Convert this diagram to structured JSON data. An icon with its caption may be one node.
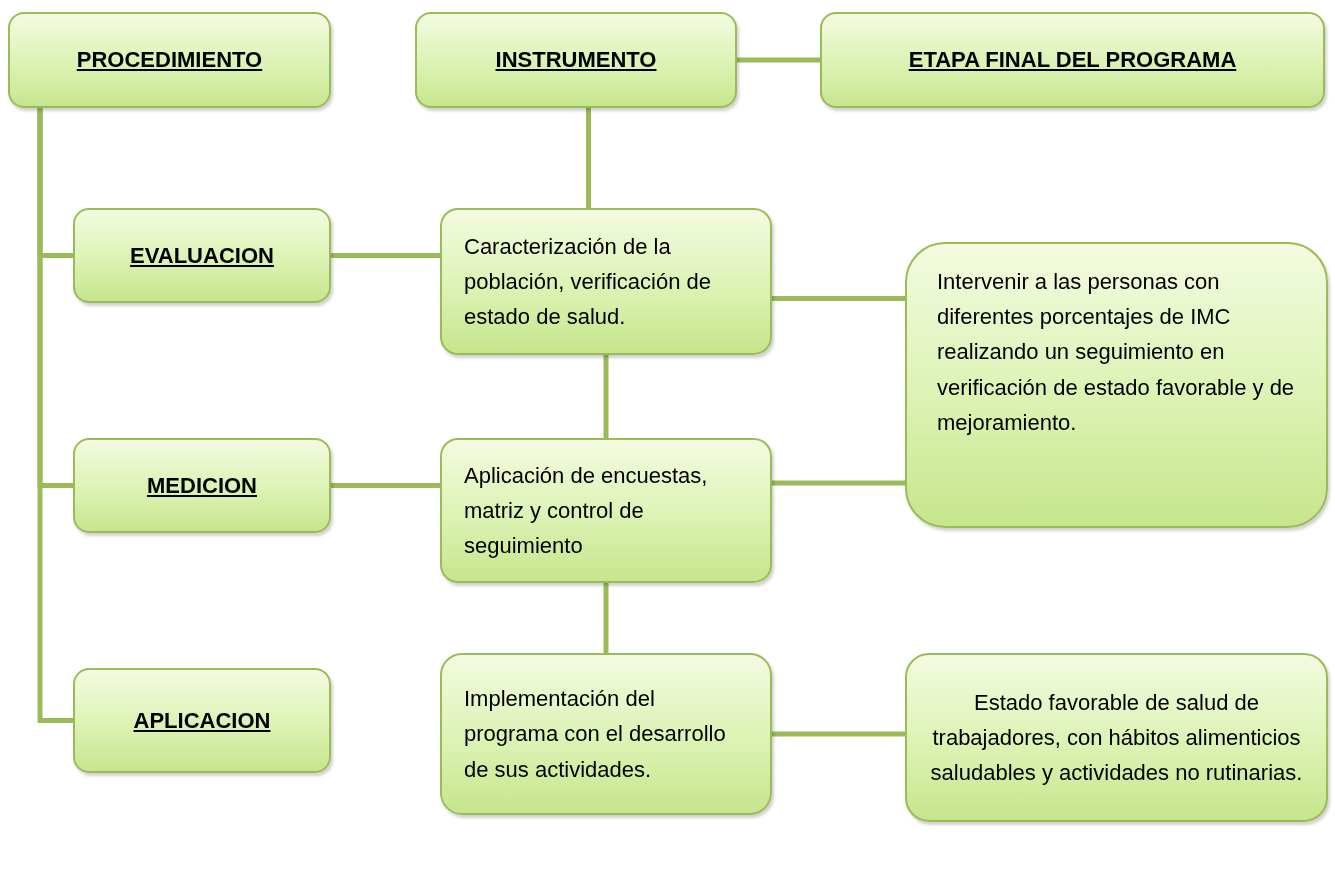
{
  "diagram": {
    "nodes": [
      {
        "text": [
          "PROCEDIMIENTO"
        ]
      },
      {
        "text": [
          "INSTRUMENTO"
        ]
      },
      {
        "text": [
          "ETAPA FINAL DEL PROGRAMA"
        ]
      },
      {
        "text": [
          "EVALUACION"
        ]
      },
      {
        "text": [
          "Caracterización de la población, verificación de estado de salud."
        ]
      },
      {
        "text": [
          "Intervenir a las personas con diferentes porcentajes de IMC realizando un seguimiento en verificación de estado favorable y de mejoramiento."
        ]
      },
      {
        "text": [
          "MEDICION"
        ]
      },
      {
        "text": [
          "Aplicación de encuestas, matriz y control de seguimiento"
        ]
      },
      {
        "text": [
          "APLICACION"
        ]
      },
      {
        "text": [
          "Implementación del programa con el desarrollo de sus actividades."
        ]
      },
      {
        "text": [
          "Estado favorable de salud de trabajadores, con hábitos alimenticios saludables y actividades no rutinarias."
        ]
      }
    ],
    "edges": [
      {
        "from": 0,
        "to": 3,
        "arrow": "none"
      },
      {
        "from": 0,
        "to": 6,
        "arrow": "none"
      },
      {
        "from": 0,
        "to": 8,
        "arrow": "none"
      },
      {
        "from": 1,
        "to": 2,
        "arrow": "none"
      },
      {
        "from": 1,
        "to": 4,
        "arrow": "none"
      },
      {
        "from": 3,
        "to": 4,
        "arrow": "none"
      },
      {
        "from": 4,
        "to": 5,
        "arrow": "none"
      },
      {
        "from": 4,
        "to": 7,
        "arrow": "none"
      },
      {
        "from": 6,
        "to": 7,
        "arrow": "none"
      },
      {
        "from": 7,
        "to": 5,
        "arrow": "none"
      },
      {
        "from": 7,
        "to": 9,
        "arrow": "none"
      },
      {
        "from": 9,
        "to": 10,
        "arrow": "none"
      }
    ]
  }
}
